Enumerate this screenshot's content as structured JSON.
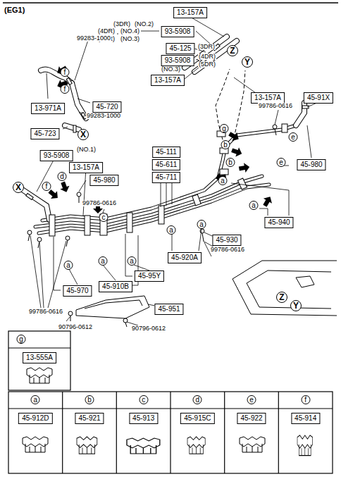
{
  "diagram": {
    "title": "(EG1)",
    "nodes": [
      {
        "text": [
          "13-157A"
        ]
      },
      {
        "text": [
          "93-5908"
        ]
      },
      {
        "text": [
          "Z"
        ]
      },
      {
        "text": [
          "Y"
        ]
      },
      {
        "text": [
          "45-125"
        ]
      },
      {
        "text": [
          "93-5908"
        ]
      },
      {
        "text": [
          "13-157A"
        ]
      },
      {
        "text": [
          "f"
        ]
      },
      {
        "text": [
          "f"
        ]
      },
      {
        "text": [
          "13-157A"
        ]
      },
      {
        "text": [
          "45-91X"
        ]
      },
      {
        "text": [
          "13-971A"
        ]
      },
      {
        "text": [
          "45-720"
        ]
      },
      {
        "text": [
          "e"
        ]
      },
      {
        "text": [
          "g"
        ]
      },
      {
        "text": [
          "45-723"
        ]
      },
      {
        "text": [
          "X"
        ]
      },
      {
        "text": [
          "b"
        ]
      },
      {
        "text": [
          "45-111"
        ]
      },
      {
        "text": [
          "b"
        ]
      },
      {
        "text": [
          "e"
        ]
      },
      {
        "text": [
          "45-980"
        ]
      },
      {
        "text": [
          "93-5908"
        ]
      },
      {
        "text": [
          "45-611"
        ]
      },
      {
        "text": [
          "13-157A"
        ]
      },
      {
        "text": [
          "45-711"
        ]
      },
      {
        "text": [
          "f"
        ]
      },
      {
        "text": [
          "d"
        ]
      },
      {
        "text": [
          "45-980"
        ]
      },
      {
        "text": [
          "X"
        ]
      },
      {
        "text": [
          "a"
        ]
      },
      {
        "text": [
          "a"
        ]
      },
      {
        "text": [
          "c"
        ]
      },
      {
        "text": [
          "45-940"
        ]
      },
      {
        "text": [
          "a"
        ]
      },
      {
        "text": [
          "45-930"
        ]
      },
      {
        "text": [
          "a"
        ]
      },
      {
        "text": [
          "45-920A"
        ]
      },
      {
        "text": [
          "a"
        ]
      },
      {
        "text": [
          "a"
        ]
      },
      {
        "text": [
          "a"
        ]
      },
      {
        "text": [
          "45-95Y"
        ]
      },
      {
        "text": [
          "45-910B"
        ]
      },
      {
        "text": [
          "45-970"
        ]
      },
      {
        "text": [
          "45-951"
        ]
      },
      {
        "text": [
          "Z"
        ]
      },
      {
        "text": [
          "Y"
        ]
      },
      {
        "text": [
          "g"
        ]
      },
      {
        "text": [
          "13-555A"
        ]
      },
      {
        "text": [
          "a"
        ]
      },
      {
        "text": [
          "45-912D"
        ]
      },
      {
        "text": [
          "b"
        ]
      },
      {
        "text": [
          "45-921"
        ]
      },
      {
        "text": [
          "c"
        ]
      },
      {
        "text": [
          "45-913"
        ]
      },
      {
        "text": [
          "d"
        ]
      },
      {
        "text": [
          "45-915C"
        ]
      },
      {
        "text": [
          "e"
        ]
      },
      {
        "text": [
          "45-922"
        ]
      },
      {
        "text": [
          "f"
        ]
      },
      {
        "text": [
          "45-914"
        ]
      }
    ],
    "labels": [
      "(3DR)",
      "(NO.2)",
      "(4DR)",
      "(NO.4)",
      "(5DR)",
      "(NO.3)",
      "(3DR)",
      "(4DR)",
      "(5DR)",
      "(NO.3)",
      "99283-1000",
      "99283-1000",
      "99786-0616",
      "(NO.1)",
      "99786-0616",
      "99786-0616",
      "99786-0616",
      "90796-0612",
      "90796-0612"
    ]
  }
}
